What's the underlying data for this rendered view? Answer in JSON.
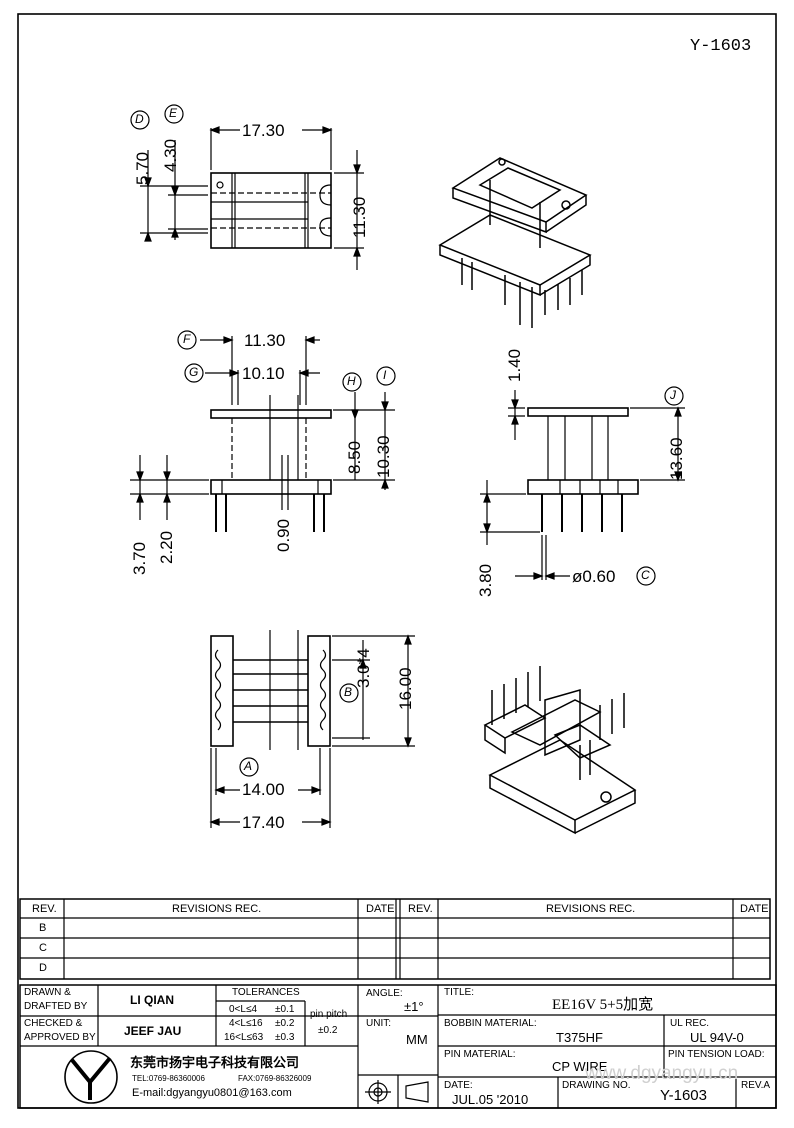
{
  "drawing_id": "Y-1603",
  "dimensions": {
    "top": {
      "d_height": "5.70",
      "e_height": "4.30",
      "width": "17.30",
      "height": "11.30"
    },
    "front": {
      "f_width": "11.30",
      "g_width": "10.10",
      "h_height": "8.50",
      "i_height": "10.30",
      "left_outer": "3.70",
      "left_inner": "2.20",
      "pin_center": "0.90"
    },
    "side": {
      "top_flange": "1.40",
      "overall": "13.60",
      "pin_length": "3.80",
      "pin_dia": "ø0.60"
    },
    "bottom": {
      "pitch": "3.0*4",
      "height": "16.00",
      "a_span": "14.00",
      "total_width": "17.40"
    }
  },
  "callouts": {
    "a": "A",
    "b": "B",
    "c": "C",
    "d": "D",
    "e": "E",
    "f": "F",
    "g": "G",
    "h": "H",
    "i": "I",
    "j": "J"
  },
  "revisions": {
    "headers": {
      "rev": "REV.",
      "revisions": "REVISIONS   REC.",
      "date": "DATE"
    },
    "rows": [
      "B",
      "C",
      "D"
    ]
  },
  "title_block": {
    "drawn_label_1": "DRAWN  &",
    "drawn_label_2": "DRAFTED BY",
    "drawn_by": "LI QIAN",
    "checked_label_1": "CHECKED  &",
    "checked_label_2": "APPROVED BY",
    "checked_by": "JEEF JAU",
    "tolerances_label": "TOLERANCES",
    "tol_1_range": "0<L≤4",
    "tol_1_val": "±0.1",
    "tol_2_range": "4<L≤16",
    "tol_2_val": "±0.2",
    "tol_3_range": "16<L≤63",
    "tol_3_val": "±0.3",
    "pin_pitch_label": "pin pitch",
    "pin_pitch_val": "±0.2",
    "angle_label": "ANGLE:",
    "angle_val": "±1°",
    "unit_label": "UNIT:",
    "unit_val": "MM",
    "title_label": "TITLE:",
    "title_val": "EE16V 5+5加宽",
    "bobbin_label": "BOBBIN MATERIAL:",
    "bobbin_val": "T375HF",
    "ul_label": "UL REC.",
    "ul_val": "UL 94V-0",
    "pin_mat_label": "PIN MATERIAL:",
    "pin_mat_val": "CP WIRE",
    "pin_tension_label": "PIN TENSION LOAD:",
    "date_label": "DATE:",
    "date_val": "JUL.05 '2010",
    "drawing_no_label": "DRAWING NO.",
    "drawing_no_val": "Y-1603",
    "rev_label": "REV.A",
    "company": "东莞市扬宇电子科技有限公司",
    "tel": "TEL:0769-86360006",
    "fax": "FAX:0769-86326009",
    "email": "E-mail:dgyangyu0801@163.com",
    "watermark": "www.dgyangyu.cn"
  }
}
